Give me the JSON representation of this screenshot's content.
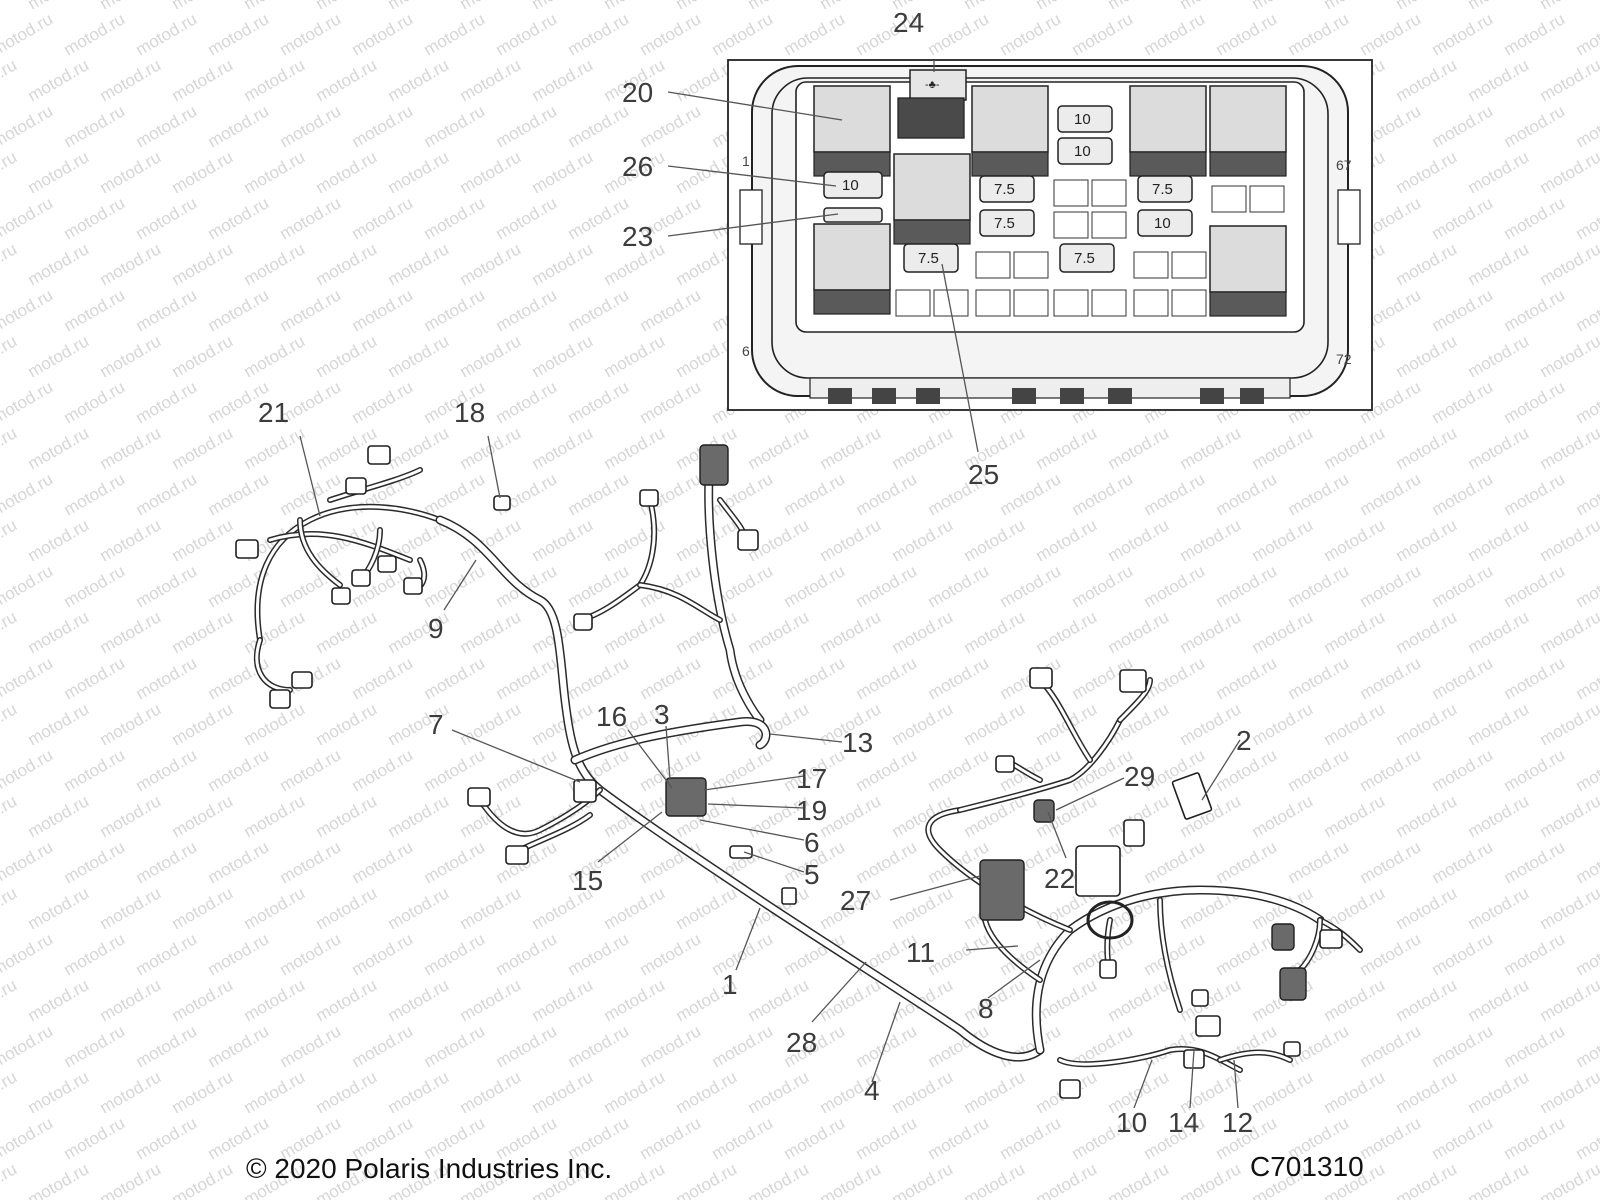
{
  "watermark": {
    "text": "motod.ru"
  },
  "footer": {
    "copyright": "© 2020 Polaris Industries Inc.",
    "diagram_code": "C701310"
  },
  "fuse_box": {
    "fuse_labels": {
      "f1": "10",
      "f2": "10",
      "f3": "10",
      "f4": "7.5",
      "f5": "7.5",
      "f6": "7.5",
      "f7": "10",
      "f8": "7.5",
      "f9": "7.5"
    },
    "side_marks": {
      "top_left": "1",
      "bottom_left": "6",
      "top_right": "67",
      "bottom_right": "72"
    }
  },
  "callouts": {
    "c1": "1",
    "c2": "2",
    "c3": "3",
    "c4": "4",
    "c5": "5",
    "c6": "6",
    "c7": "7",
    "c8": "8",
    "c9": "9",
    "c10": "10",
    "c11": "11",
    "c12": "12",
    "c13": "13",
    "c14": "14",
    "c15": "15",
    "c16": "16",
    "c17": "17",
    "c18": "18",
    "c19": "19",
    "c20": "20",
    "c21": "21",
    "c22": "22",
    "c23": "23",
    "c24": "24",
    "c25": "25",
    "c26": "26",
    "c27": "27",
    "c28": "28",
    "c29": "29"
  }
}
